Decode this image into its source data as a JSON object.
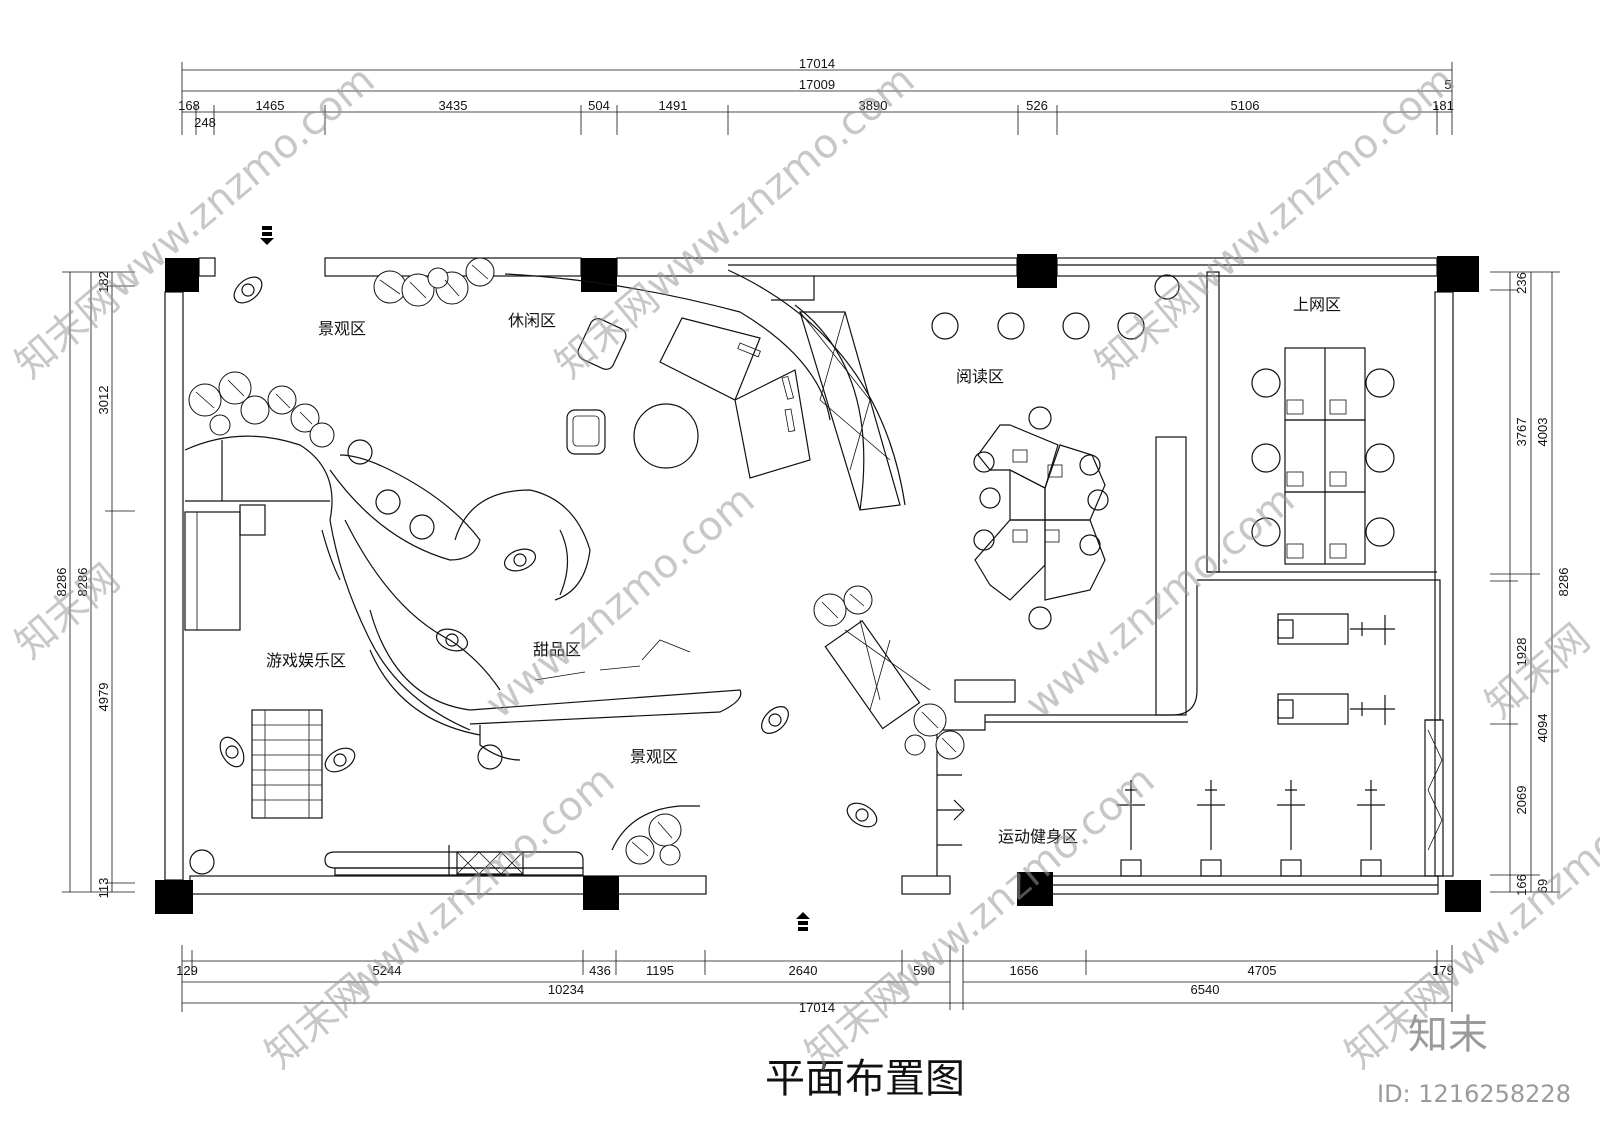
{
  "title": "平面布置图",
  "zones": {
    "landscape_nw": "景观区",
    "leisure": "休闲区",
    "reading": "阅读区",
    "internet": "上网区",
    "game": "游戏娱乐区",
    "dessert": "甜品区",
    "landscape_s": "景观区",
    "fitness": "运动健身区"
  },
  "dimensions": {
    "top_total_1": "17014",
    "top_total_2": "17009",
    "top_right_small": "5",
    "top_segments": [
      "168",
      "1465",
      "3435",
      "504",
      "1491",
      "3890",
      "526",
      "5106",
      "181"
    ],
    "top_sub": "248",
    "bottom_segments": [
      "129",
      "5244",
      "436",
      "1195",
      "2640",
      "590",
      "1656",
      "4705",
      "179"
    ],
    "bottom_sub_left": "10234",
    "bottom_sub_right": "6540",
    "bottom_total": "17014",
    "left_total_outer": "8286",
    "left_total_inner": "8286",
    "left_segments": [
      "182",
      "3012",
      "4979",
      "113"
    ],
    "right_segments_a": [
      "236",
      "3767",
      "1928",
      "2069",
      "166"
    ],
    "right_segments_b": [
      "4003",
      "4094",
      "69"
    ],
    "right_total": "8286"
  },
  "watermark": {
    "site": "www.znzmo.com",
    "brand": "知末网",
    "logo": "知末",
    "id": "ID: 1216258228"
  }
}
